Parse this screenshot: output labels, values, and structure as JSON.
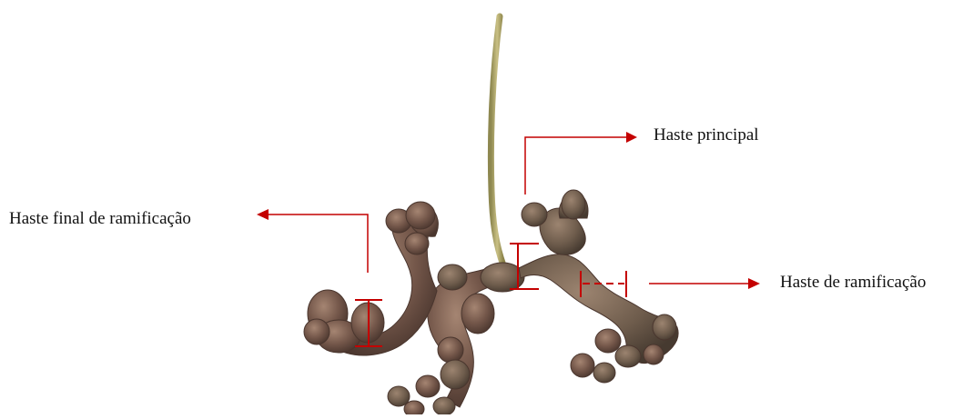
{
  "labels": {
    "main_stem": "Haste principal",
    "final_branch_stem": "Haste final de ramificação",
    "branch_stem": "Haste de ramificação"
  },
  "colors": {
    "annotation": "#c40000",
    "stem": "#b8b070",
    "berry": "#7a5a4c",
    "berry_dark": "#4f3a32",
    "berry_highlight": "#a08070"
  },
  "image": {
    "subject": "grape-cluster-stems-photo"
  }
}
